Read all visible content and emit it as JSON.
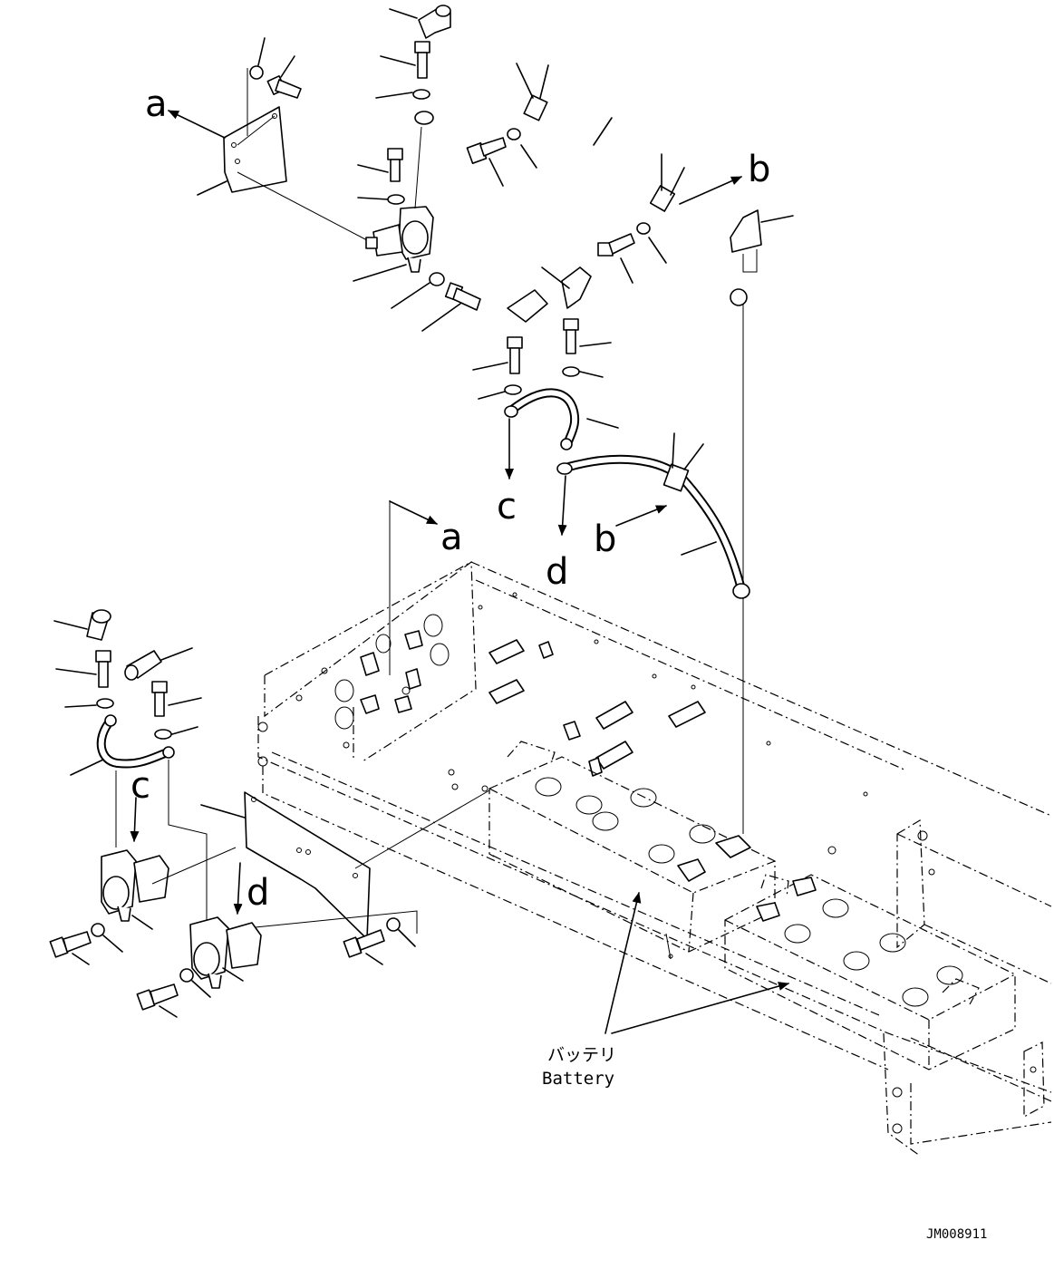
{
  "callouts": {
    "a_top": "a",
    "b_top": "b",
    "c_mid": "c",
    "d_mid": "d",
    "a_mid": "a",
    "b_mid": "b",
    "c_low": "c",
    "d_low": "d"
  },
  "battery_label": {
    "japanese": "バッテリ",
    "english": "Battery"
  },
  "drawing_code": "JM008911"
}
